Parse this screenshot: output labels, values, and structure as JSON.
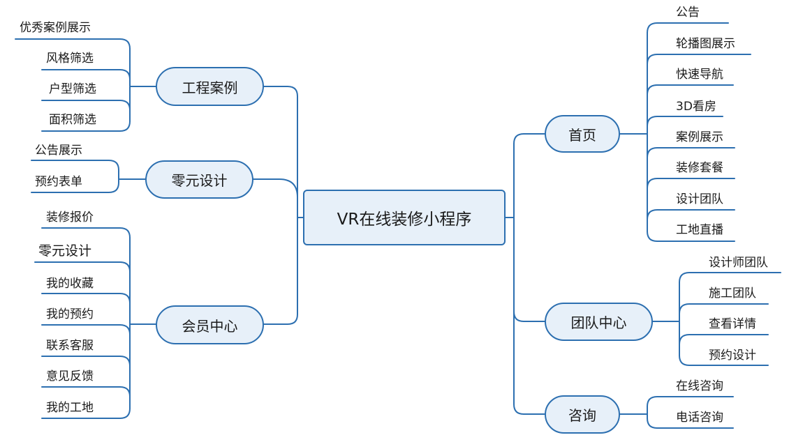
{
  "root": {
    "label": "VR在线装修小程序"
  },
  "colors": {
    "line": "#2c6fb0",
    "node_fill": "#e7f0f9",
    "text": "#1a1a1a"
  },
  "left_branches": [
    {
      "label": "工程案例",
      "children": [
        "优秀案例展示",
        "风格筛选",
        "户型筛选",
        "面积筛选"
      ]
    },
    {
      "label": "零元设计",
      "children": [
        "公告展示",
        "预约表单"
      ]
    },
    {
      "label": "会员中心",
      "children": [
        "装修报价",
        "零元设计",
        "我的收藏",
        "我的预约",
        "联系客服",
        "意见反馈",
        "我的工地"
      ]
    }
  ],
  "right_branches": [
    {
      "label": "首页",
      "children": [
        "公告",
        "轮播图展示",
        "快速导航",
        "3D看房",
        "案例展示",
        "装修套餐",
        "设计团队",
        "工地直播"
      ]
    },
    {
      "label": "团队中心",
      "children": [
        "设计师团队",
        "施工团队",
        "查看详情",
        "预约设计"
      ]
    },
    {
      "label": "咨询",
      "children": [
        "在线咨询",
        "电话咨询"
      ]
    }
  ]
}
